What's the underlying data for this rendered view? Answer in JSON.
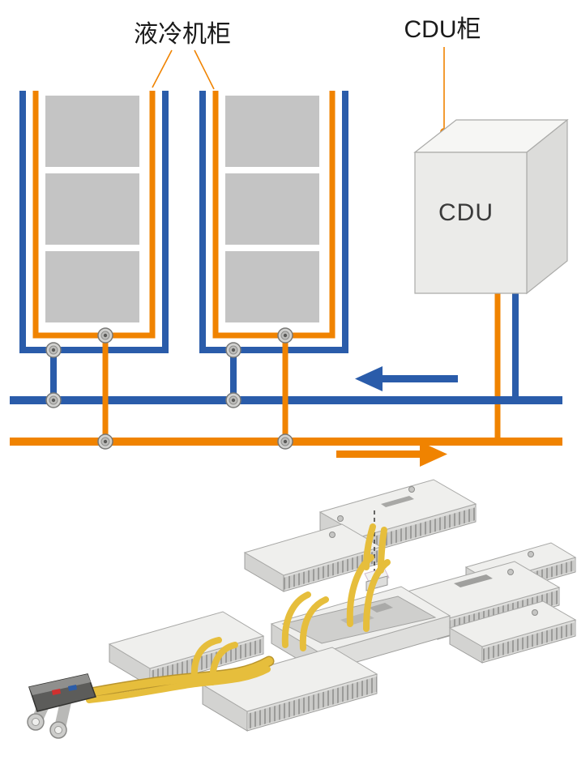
{
  "labels": {
    "rack_label": "液冷机柜",
    "cdu_cabinet_label": "CDU柜",
    "cdu_box_text": "CDU"
  },
  "icons": {
    "blue_flow_arrow": "arrow-left",
    "orange_flow_arrow": "arrow-right",
    "pipe_connector": "quick-connect-fitting-dot",
    "leader_pointer": "orange-callout-line"
  },
  "colors": {
    "pipe_blue": "#2A5CAA",
    "pipe_orange": "#F08300",
    "cabinet_gray": "#C4C4C4",
    "cdu_face": "#EBEBE9",
    "cdu_top": "#F6F6F4",
    "cdu_side": "#DCDCDA",
    "module_top": "#EFEFED",
    "module_front": "#DEDEDC",
    "tube_yellow": "#E6BE3C",
    "text_black": "#1A1A1A"
  }
}
